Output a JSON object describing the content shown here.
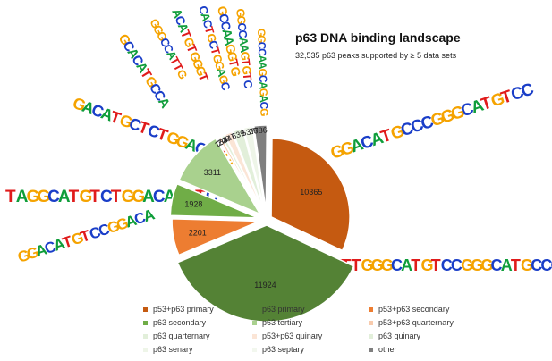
{
  "chart_data": {
    "type": "pie",
    "title": "p63 DNA binding landscape",
    "subtitle": "32,535 p63 peaks supported by ≥ 5 data sets",
    "slices": [
      {
        "label": "p53+p63 primary",
        "value": 10365,
        "color": "#c55a11"
      },
      {
        "label": "p63 primary",
        "value": 11924,
        "color": "#548235"
      },
      {
        "label": "p53+p63 secondary",
        "value": 2201,
        "color": "#ed7d31"
      },
      {
        "label": "p63 secondary",
        "value": 1928,
        "color": "#70ad47"
      },
      {
        "label": "p63 tertiary",
        "value": 3311,
        "color": "#a9d18e"
      },
      {
        "label": "p53+p63 quarternary",
        "value": 163,
        "color": "#f8cbad"
      },
      {
        "label": "p63 quarternary",
        "value": 208,
        "color": "#e2efda"
      },
      {
        "label": "p53+p63 quinary",
        "value": 447,
        "color": "#fbe5d6"
      },
      {
        "label": "p63 quinary",
        "value": 639,
        "color": "#e2efda"
      },
      {
        "label": "p63 senary",
        "value": 537,
        "color": "#eef5e8"
      },
      {
        "label": "p63 septary",
        "value": 26,
        "color": "#f2f7ee"
      },
      {
        "label": "other",
        "value": 786,
        "color": "#7f7f7f"
      }
    ],
    "legend_placement": "bottom"
  },
  "legend": [
    {
      "label": "p53+p63 primary",
      "color": "#c55a11"
    },
    {
      "label": "p63 primary",
      "color": "#548235"
    },
    {
      "label": "p53+p63 secondary",
      "color": "#ed7d31"
    },
    {
      "label": "p63 secondary",
      "color": "#70ad47"
    },
    {
      "label": "p63 tertiary",
      "color": "#a9d18e"
    },
    {
      "label": "p53+p63 quarternary",
      "color": "#f8cbad"
    },
    {
      "label": "p63 quarternary",
      "color": "#e2efda"
    },
    {
      "label": "p53+p63 quinary",
      "color": "#fbe5d6"
    },
    {
      "label": "p63 quinary",
      "color": "#e2efda"
    },
    {
      "label": "p63 senary",
      "color": "#eef5e8"
    },
    {
      "label": "p63 septary",
      "color": "#f2f7ee"
    },
    {
      "label": "other",
      "color": "#7f7f7f"
    }
  ],
  "motif_logos": [
    {
      "sequence": "GGACATGCCCGGGCATGTCC"
    },
    {
      "sequence": "TTTGGGCATGTCCGGGCATGCCCAT"
    },
    {
      "sequence": "GGACATGTCCGGACA"
    },
    {
      "sequence": "TAGGCATGTCTGGACATGTC"
    },
    {
      "sequence": "GACATGCTCTGGACATG"
    },
    {
      "sequence": "GCACATGCCA"
    },
    {
      "sequence": "GGGCCATTG"
    },
    {
      "sequence": "ACATGTGGGT"
    },
    {
      "sequence": "CACTGCTGGAGC"
    },
    {
      "sequence": "GCCAAGGTG"
    },
    {
      "sequence": "GGCCAAGTGTC"
    },
    {
      "sequence": "GGCCAAGCAGACG"
    }
  ],
  "base_colors": {
    "A": "#0f9d3a",
    "C": "#1a3ec8",
    "G": "#f5a300",
    "T": "#e01b1b"
  }
}
